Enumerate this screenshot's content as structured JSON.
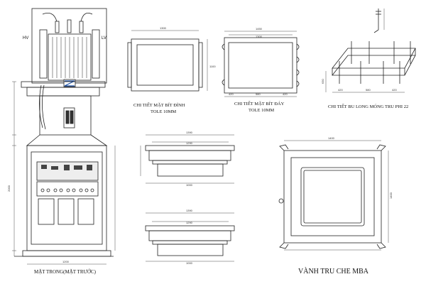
{
  "labels": {
    "hv": "HV",
    "lv": "LV",
    "front_view": "MẶT TRONG(MẶT TRƯỚC)",
    "top_plate_title": "CHI TIẾT MẶT BÍT ĐỈNH",
    "top_plate_sub": "TOLE 10MM",
    "bottom_plate_title": "CHI TIẾT MẶT BÍT ĐÁY",
    "bottom_plate_sub": "TOLE 10MM",
    "anchor_bolt_title": "CHI TIẾT BU LONG MÓNG TRU PHI 22",
    "ring_title": "VÀNH TRU CHE MBA"
  },
  "dims": {
    "top_plate_w": "1300",
    "top_plate_h": "1100",
    "bottom_plate_w": "1450",
    "bottom_plate_inner": "1300",
    "bottom_plate_d1": "420",
    "bottom_plate_d2": "580",
    "bottom_plate_d3": "420",
    "bolt_d1": "420",
    "bolt_d2": "580",
    "bolt_d3": "420",
    "bolt_h": "630",
    "mid_top_w1": "1390",
    "mid_top_w2": "1290",
    "mid_top_w3": "1000",
    "mid_bot_w1": "1390",
    "mid_bot_w2": "1290",
    "mid_bot_w3": "1000",
    "ring_w": "1400",
    "ring_h": "1400",
    "front_w": "1200",
    "front_h": "2000"
  }
}
